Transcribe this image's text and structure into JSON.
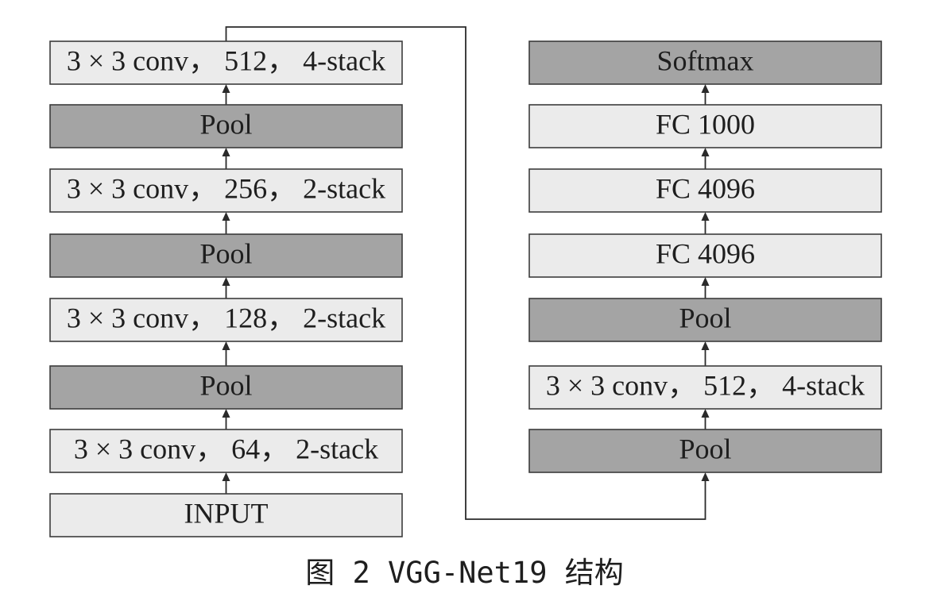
{
  "caption": "图 2   VGG-Net19 结构",
  "left_column": [
    {
      "label": "3 × 3 conv， 512， 4-stack",
      "style": "light"
    },
    {
      "label": "Pool",
      "style": "dark"
    },
    {
      "label": "3 × 3 conv， 256， 2-stack",
      "style": "light"
    },
    {
      "label": "Pool",
      "style": "dark"
    },
    {
      "label": "3 × 3 conv， 128， 2-stack",
      "style": "light"
    },
    {
      "label": "Pool",
      "style": "dark"
    },
    {
      "label": "3 × 3 conv， 64， 2-stack",
      "style": "light"
    },
    {
      "label": "INPUT",
      "style": "light"
    }
  ],
  "right_column": [
    {
      "label": "Softmax",
      "style": "dark"
    },
    {
      "label": "FC 1000",
      "style": "light"
    },
    {
      "label": "FC 4096",
      "style": "light"
    },
    {
      "label": "FC 4096",
      "style": "light"
    },
    {
      "label": "Pool",
      "style": "dark"
    },
    {
      "label": "3 × 3 conv， 512， 4-stack",
      "style": "light"
    },
    {
      "label": "Pool",
      "style": "dark"
    }
  ]
}
